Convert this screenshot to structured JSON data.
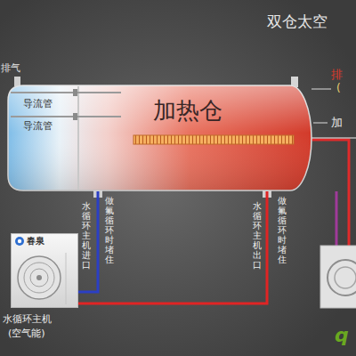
{
  "diagram": {
    "title": "双仓太空",
    "nodes": [
      {
        "text": [
          "加热仓"
        ]
      },
      {
        "text": [
          "春泉"
        ]
      }
    ],
    "edges": [
      {
        "from": 0,
        "to": 1,
        "arrow": "none"
      },
      {
        "from": 1,
        "to": 0,
        "arrow": "none"
      }
    ],
    "labels": [
      "排气",
      "导流管",
      "导流管",
      "排",
      "(",
      "加",
      "水循环主机进口",
      "做氟循环时堵住",
      "水循环主机出口",
      "做氟循环时堵住",
      "水循环主机",
      "(空气能)",
      "q"
    ]
  }
}
